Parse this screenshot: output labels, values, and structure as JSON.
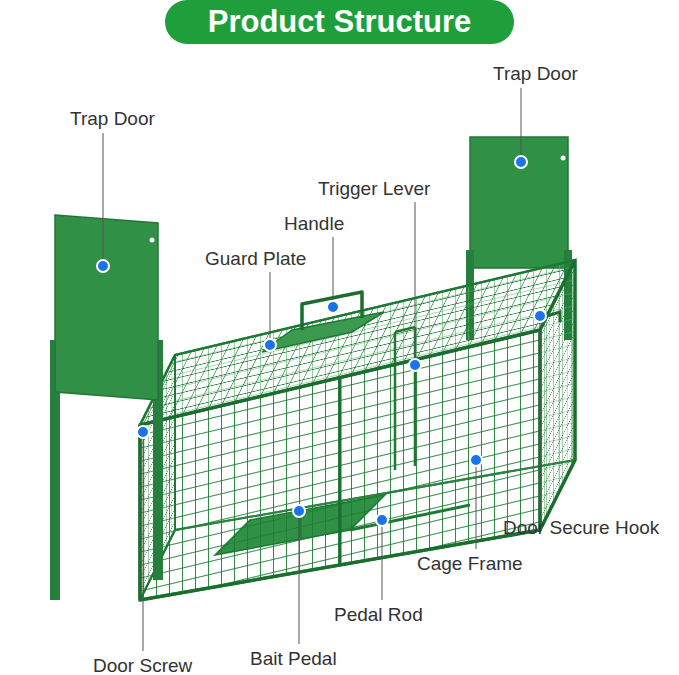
{
  "diagram": {
    "title": "Product Structure",
    "labels": [
      "Trap Door",
      "Trap Door",
      "Trigger Lever",
      "Handle",
      "Guard Plate",
      "Door Secure Hook",
      "Cage Frame",
      "Pedal Rod",
      "Door Screw",
      "Bait Pedal"
    ]
  }
}
